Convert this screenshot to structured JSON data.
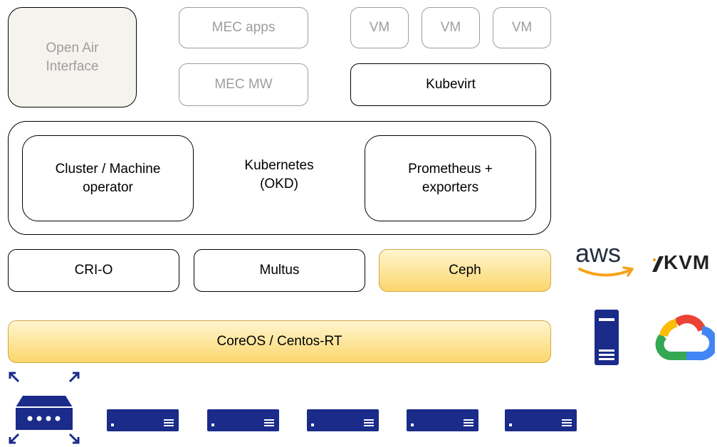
{
  "diagram": {
    "open_air_interface": "Open Air\nInterface",
    "mec_apps": "MEC apps",
    "mec_mw": "MEC MW",
    "vms": [
      "VM",
      "VM",
      "VM"
    ],
    "kubevirt": "Kubevirt",
    "cluster_operator": "Cluster / Machine\noperator",
    "kubernetes": "Kubernetes\n(OKD)",
    "prometheus": "Prometheus +\nexporters",
    "crio": "CRI-O",
    "multus": "Multus",
    "ceph": "Ceph",
    "coreos": "CoreOS / Centos-RT",
    "logos": {
      "aws": "aws",
      "kvm": "KVM"
    },
    "icon_names": [
      "switch-icon",
      "server-icon",
      "tower-server-icon",
      "google-cloud-icon",
      "aws-logo",
      "kvm-logo"
    ]
  },
  "colors": {
    "server_blue": "#1a2b8a",
    "ceph_yellow": "#fbd66c",
    "aws_orange": "#f7a21b",
    "gcp_blue": "#4285f4",
    "gcp_red": "#ea4335",
    "gcp_yellow": "#fbbc05",
    "gcp_green": "#34a853"
  }
}
